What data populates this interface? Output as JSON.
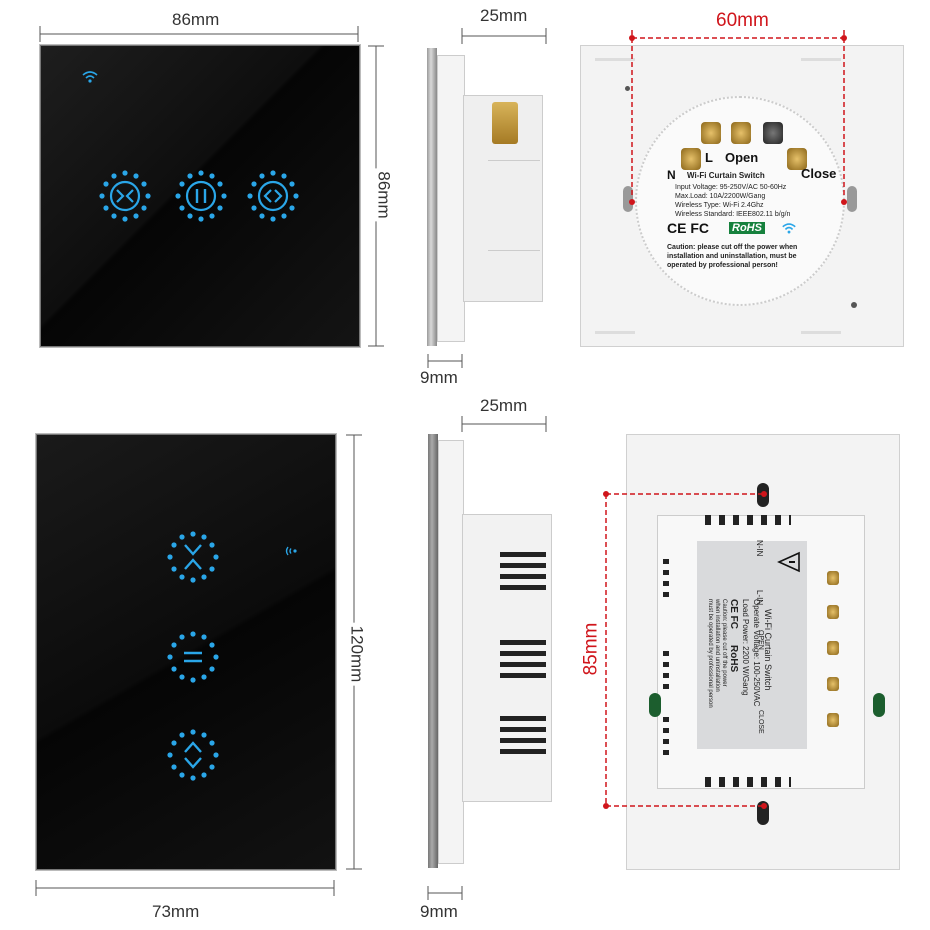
{
  "dimensions": {
    "sq_width": "86mm",
    "sq_height": "86mm",
    "sq_depth": "25mm",
    "sq_glass": "9mm",
    "sq_hole_spacing": "60mm",
    "us_depth": "25mm",
    "us_height": "120mm",
    "us_width": "73mm",
    "us_glass": "9mm",
    "us_hole_spacing": "85mm"
  },
  "eu_back_label": {
    "terminal_n": "N",
    "terminal_l": "L",
    "terminal_open": "Open",
    "terminal_close": "Close",
    "title": "Wi-Fi Curtain Switch",
    "line1": "Input Voltage: 95-250V/AC 50-60Hz",
    "line2": "Max.Load: 10A/2200W/Gang",
    "line3": "Wireless Type: Wi-Fi 2.4Ghz",
    "line4": "Wireless Standard: IEEE802.11 b/g/n",
    "certs": "CE FC",
    "rohs": "RoHS",
    "caution1": "Caution: please cut off the power when",
    "caution2": "installation and uninstallation, must be",
    "caution3": "operated by professional person!"
  },
  "us_back_label": {
    "n_in": "N-IN",
    "l_in": "L-IN",
    "open": "OPEN",
    "close": "CLOSE",
    "title": "Wi-Fi  Curtain Switch",
    "line1": "Operate Voltage: 100-250VAC",
    "line2": "Load Power: 2200 W/Gang",
    "certs": "CE FC",
    "rohs": "RoHS",
    "caution1": "Caution: please cut off the power",
    "caution2": "when installation and uninstallation",
    "caution3": "must be operated by professional person"
  },
  "colors": {
    "accent": "#2aa6e8",
    "dim_red": "#d0151b"
  },
  "icons": [
    "wifi-icon",
    "close-curtain-icon",
    "pause-icon",
    "open-curtain-icon",
    "warning-icon"
  ]
}
